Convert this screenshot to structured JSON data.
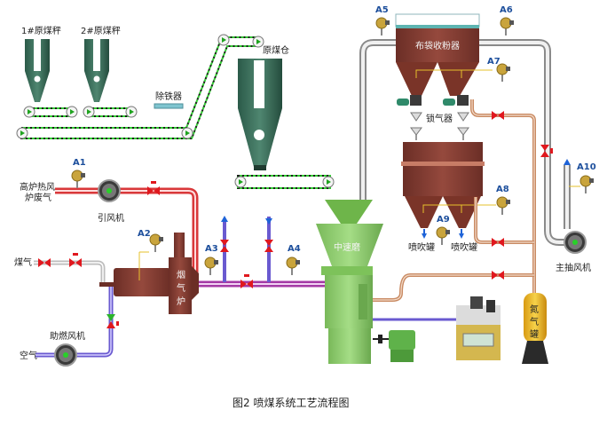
{
  "caption": "图2 喷煤系统工艺流程图",
  "equipment": {
    "scale1": "1#原煤秤",
    "scale2": "2#原煤秤",
    "iron_remover": "除铁器",
    "raw_coal_bin": "原煤仓",
    "bag_filter": "布袋收粉器",
    "lock_valve": "锁气器",
    "hot_gas_source_line1": "高炉热风",
    "hot_gas_source_line2": "炉废气",
    "induced_fan": "引风机",
    "gas_inlet": "煤气",
    "combustion_fan": "助燃风机",
    "air_inlet": "空气",
    "flue_furnace": [
      "烟",
      "气",
      "炉"
    ],
    "mill": "中速磨",
    "injection_tank_1": "喷吹罐",
    "injection_tank_2": "喷吹罐",
    "nitrogen_tank": [
      "氮",
      "气",
      "罐"
    ],
    "main_exhaust_fan": "主抽风机"
  },
  "sensors": {
    "a1": "A1",
    "a2": "A2",
    "a3": "A3",
    "a4": "A4",
    "a5": "A5",
    "a6": "A6",
    "a7": "A7",
    "a8": "A8",
    "a9": "A9",
    "a10": "A10"
  },
  "colors": {
    "hot_gas_pipe": "#d9383a",
    "flue_pipe": "#a43aa6",
    "air_pipe": "#6a5ad0",
    "nitrogen_pipe": "#c98a62",
    "main_duct": "#a9a9a9",
    "conveyor_belt": "#33cc33",
    "valve": "#e0181e",
    "mill": "#8fcf6f",
    "furnace": "#7b3b32",
    "sensor_tag": "#1d4f9c"
  }
}
